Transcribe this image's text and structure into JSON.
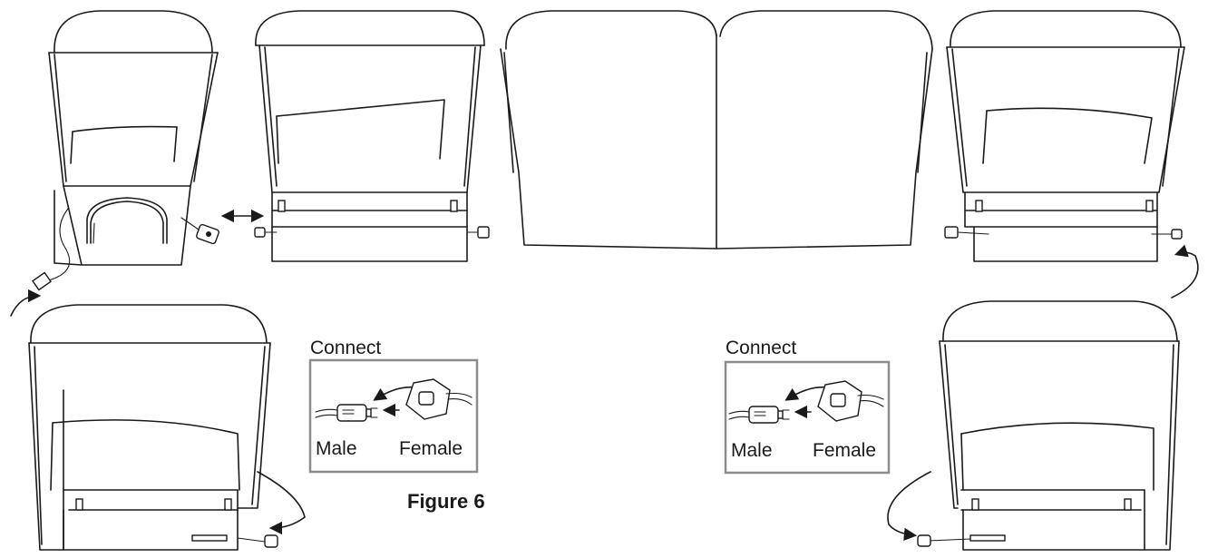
{
  "connect_panels": [
    {
      "title": "Connect",
      "male_label": "Male",
      "female_label": "Female"
    },
    {
      "title": "Connect",
      "male_label": "Male",
      "female_label": "Female"
    }
  ],
  "figure_caption": "Figure 6",
  "icons": [
    "power-cord-icon",
    "double-arrow-icon",
    "curved-arrow-icon",
    "male-plug-icon",
    "female-plug-icon",
    "vent-grille-icon"
  ]
}
